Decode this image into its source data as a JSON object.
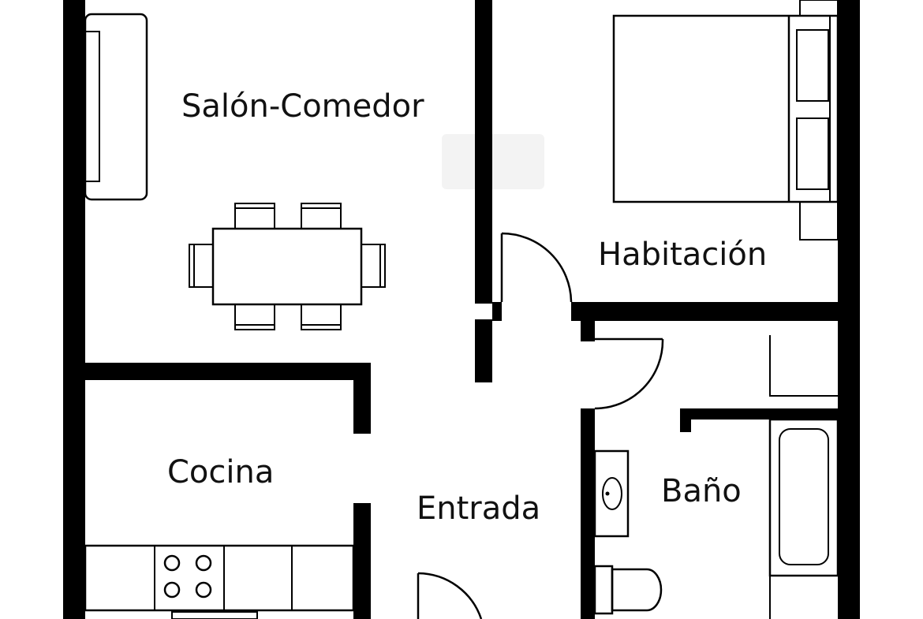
{
  "rooms": {
    "living_dining": "Salón-Comedor",
    "bedroom": "Habitación",
    "kitchen": "Cocina",
    "entrance": "Entrada",
    "bathroom": "Baño"
  },
  "colors": {
    "wall": "#000000",
    "background": "#ffffff",
    "label": "#111111"
  }
}
